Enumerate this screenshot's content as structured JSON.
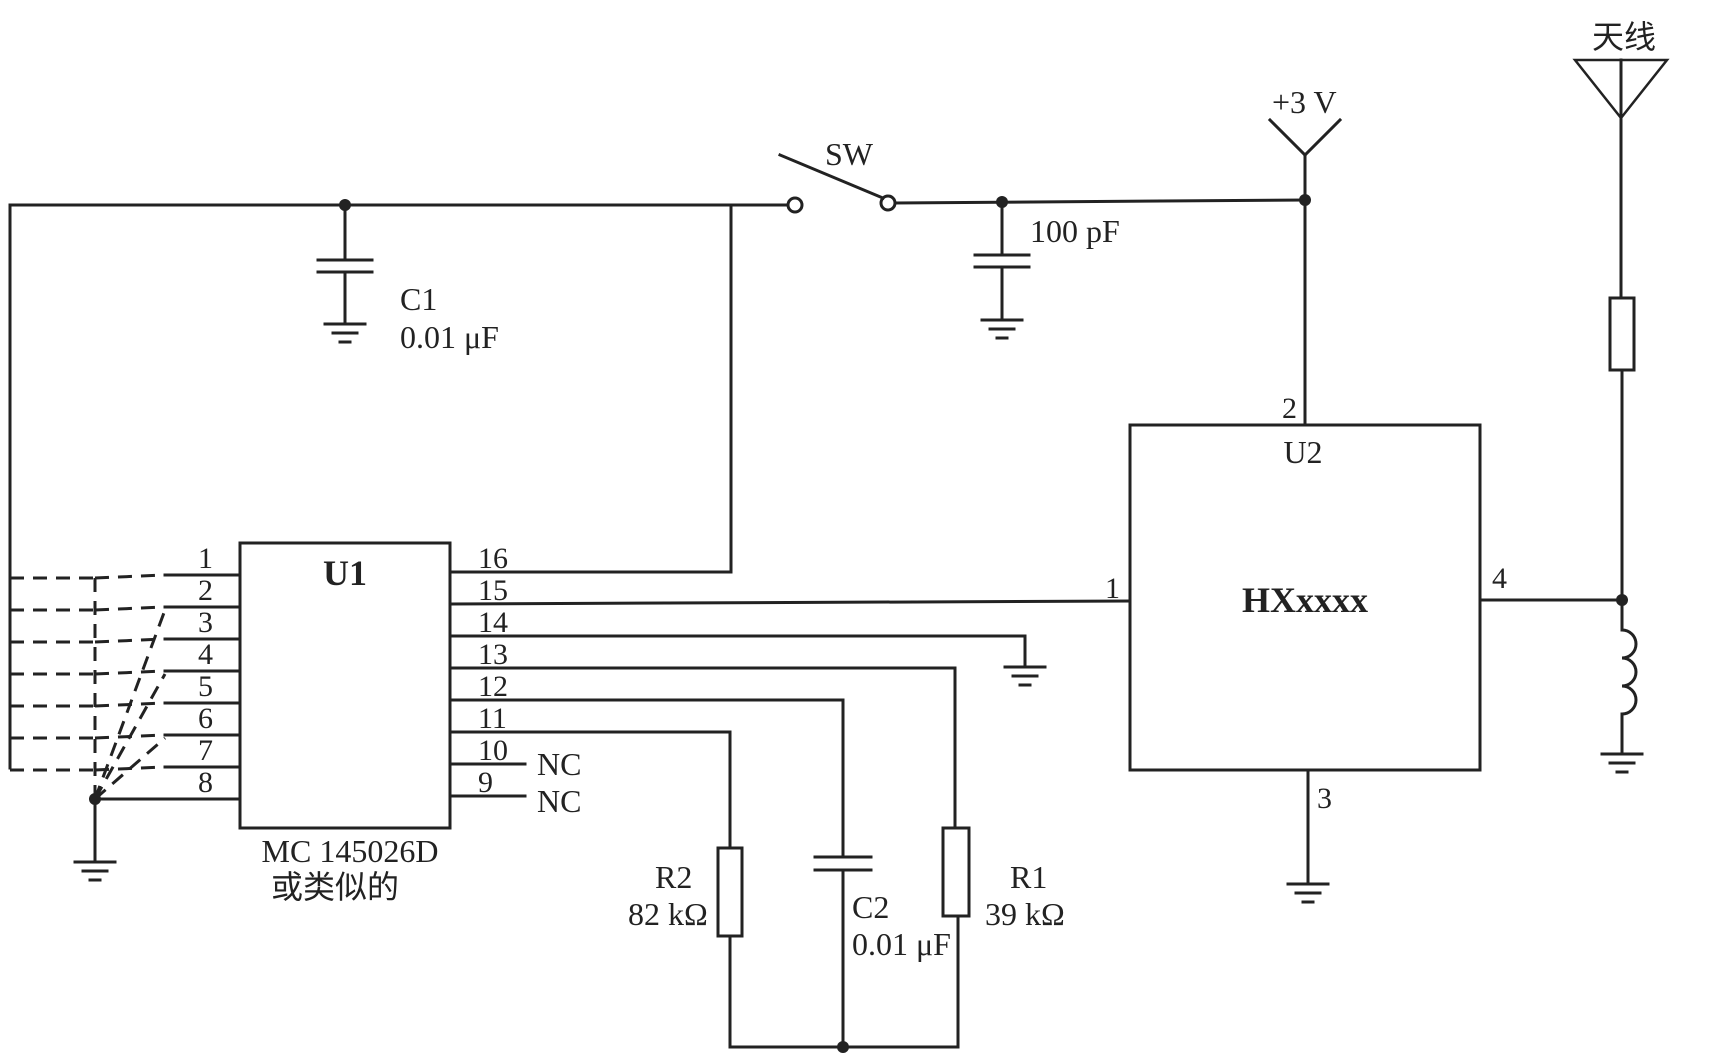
{
  "labels": {
    "antenna": "天线",
    "vcc": "+3 V",
    "switch": "SW",
    "c1_name": "C1",
    "c1_value": "0.01 μF",
    "c_bypass_value": "100 pF",
    "u1_name": "U1",
    "u1_part": "MC 145026D",
    "u1_note": "或类似的",
    "u2_name": "U2",
    "u2_part": "HXxxxx",
    "r1_name": "R1",
    "r1_value": "39 kΩ",
    "r2_name": "R2",
    "r2_value": "82 kΩ",
    "c2_name": "C2",
    "c2_value": "0.01 μF",
    "nc": "NC"
  },
  "u1_pins_left": [
    "1",
    "2",
    "3",
    "4",
    "5",
    "6",
    "7",
    "8"
  ],
  "u1_pins_right": [
    "16",
    "15",
    "14",
    "13",
    "12",
    "11",
    "10",
    "9"
  ],
  "u2_pins": {
    "top": "2",
    "left": "1",
    "right": "4",
    "bottom": "3"
  }
}
